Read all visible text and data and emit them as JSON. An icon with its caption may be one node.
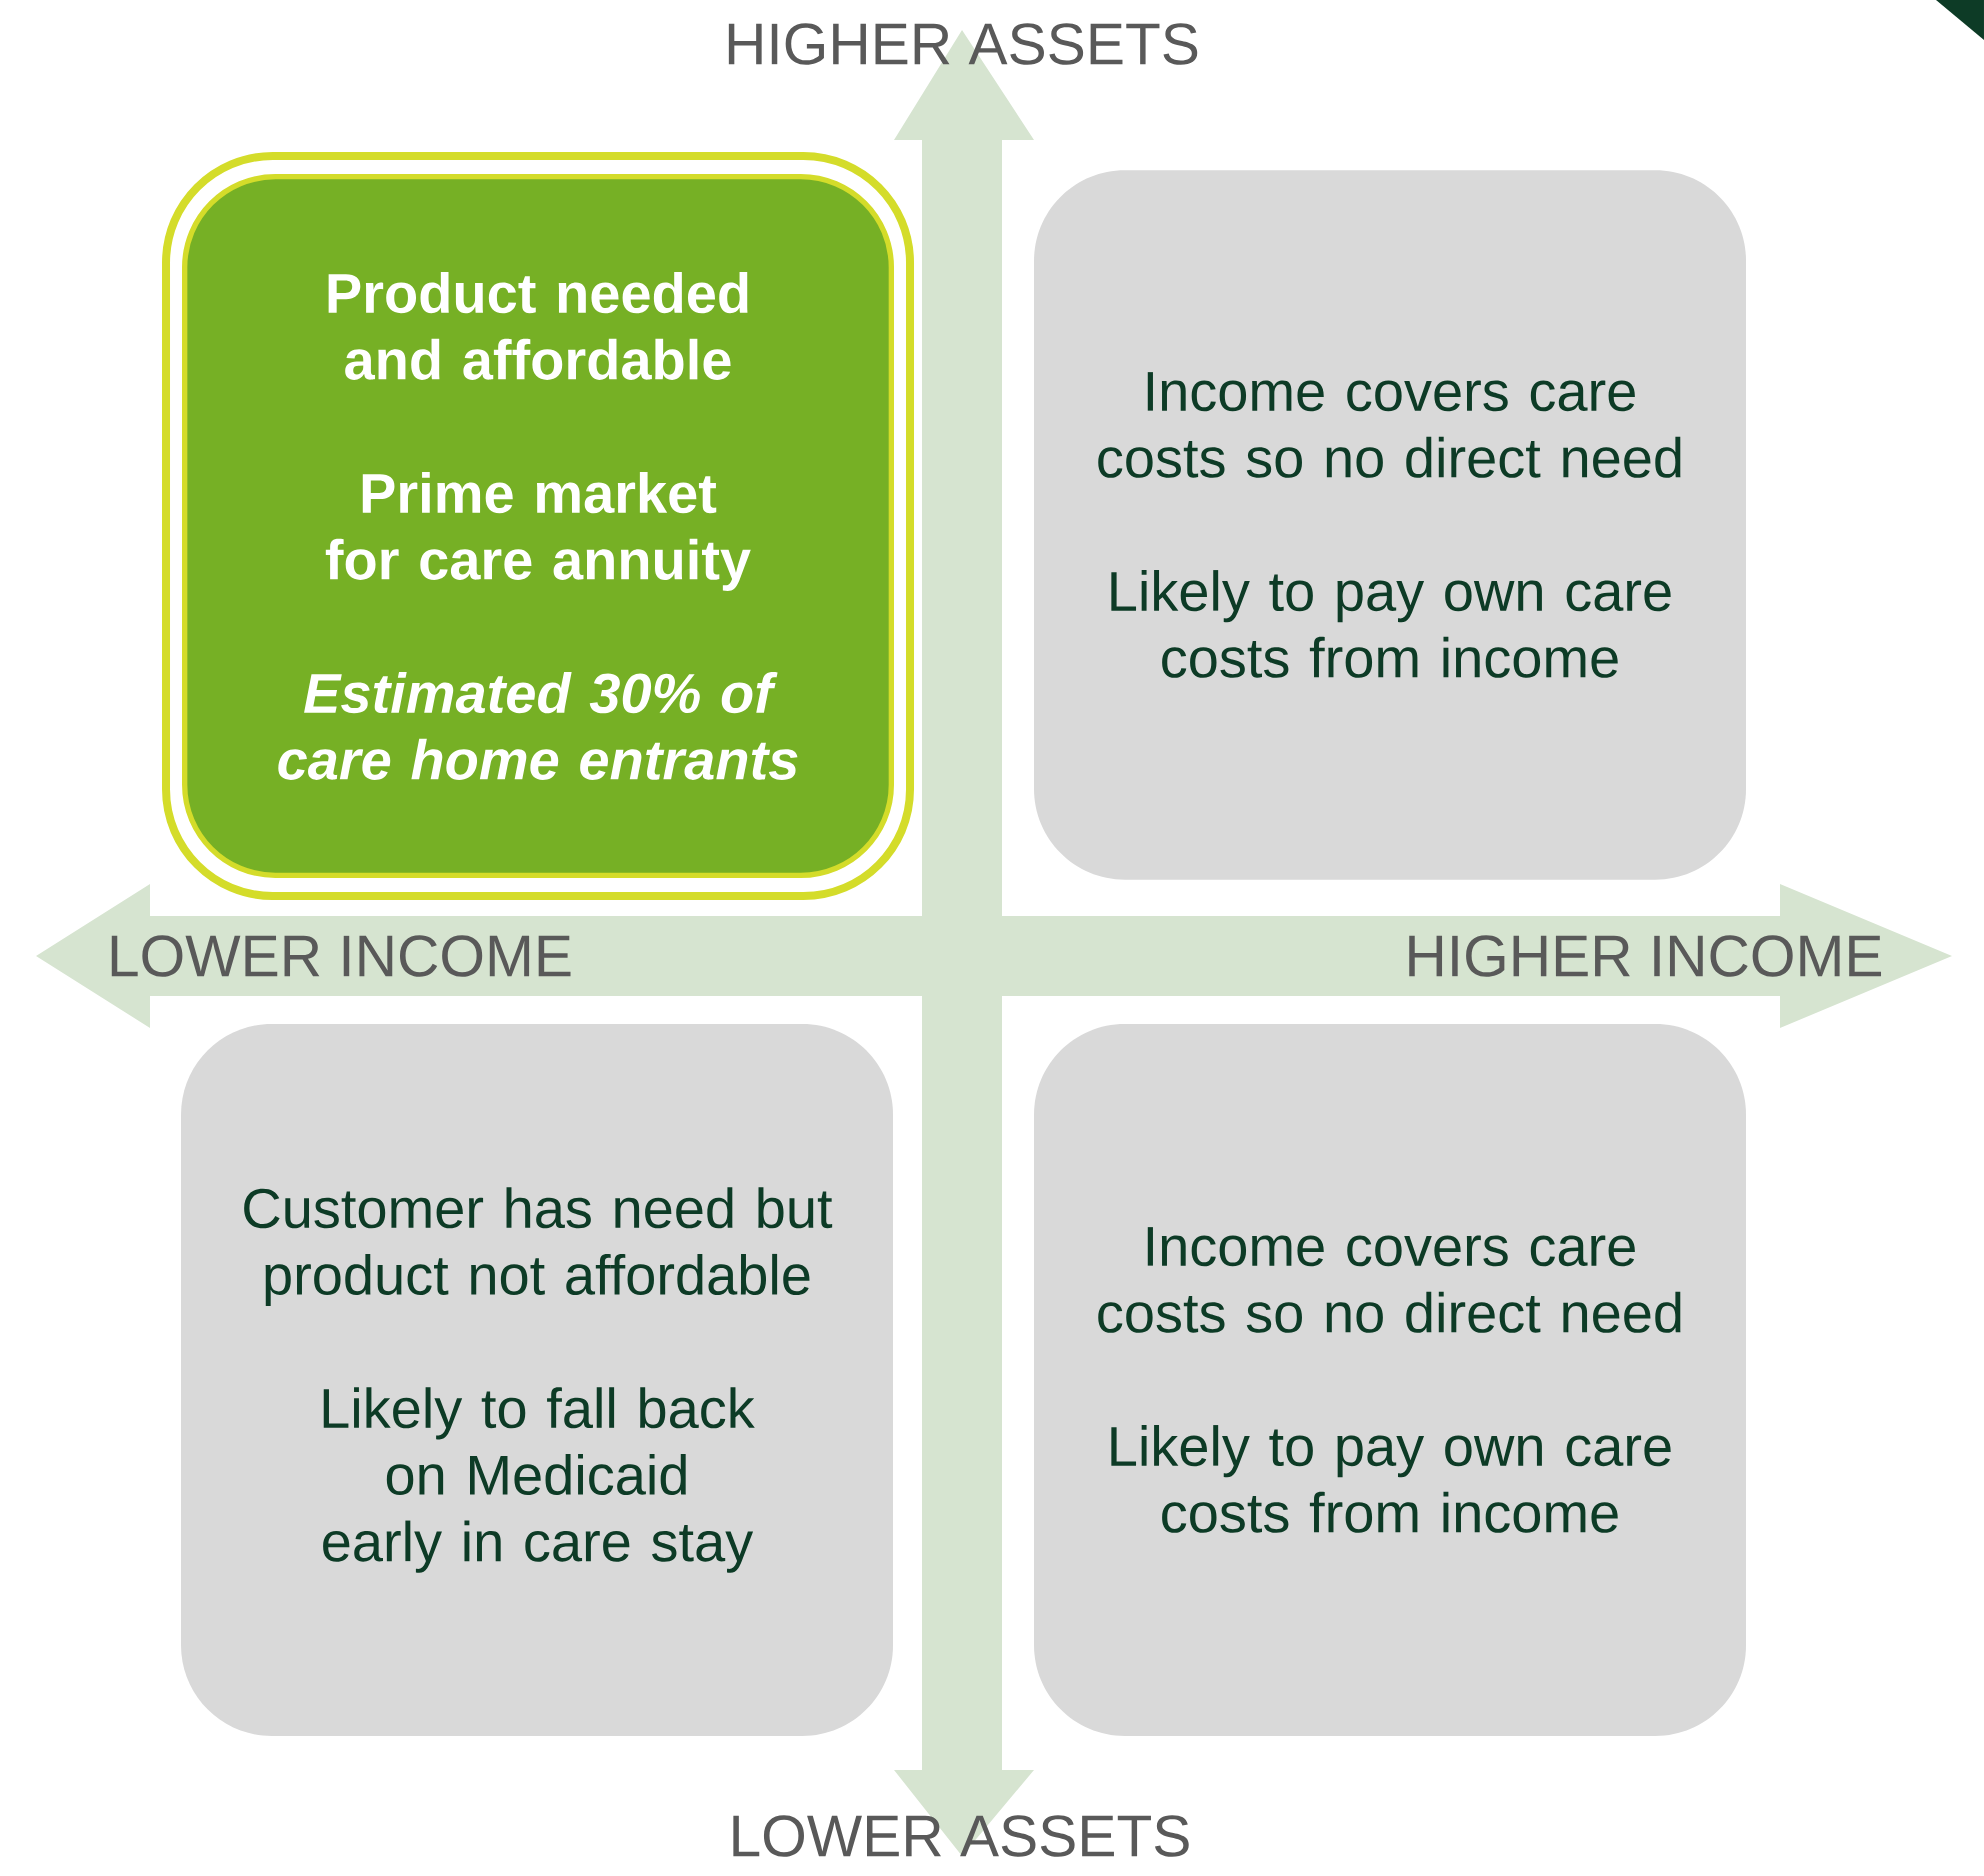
{
  "diagram": {
    "nodes": [
      {
        "text": [
          "Product needed and affordable",
          "Prime market for care annuity",
          "Estimated 30% of care home entrants"
        ]
      },
      {
        "text": [
          "Income covers care costs so no direct need",
          "Likely to pay own care costs from income"
        ]
      },
      {
        "text": [
          "Customer has need but product not affordable",
          "Likely to fall back on Medicaid early in care stay"
        ]
      },
      {
        "text": [
          "Income covers care costs so no direct need",
          "Likely to pay own care costs from income"
        ]
      }
    ],
    "labels": [
      "HIGHER ASSETS",
      "LOWER  INCOME",
      "HIGHER  INCOME",
      "LOWER ASSETS"
    ]
  }
}
